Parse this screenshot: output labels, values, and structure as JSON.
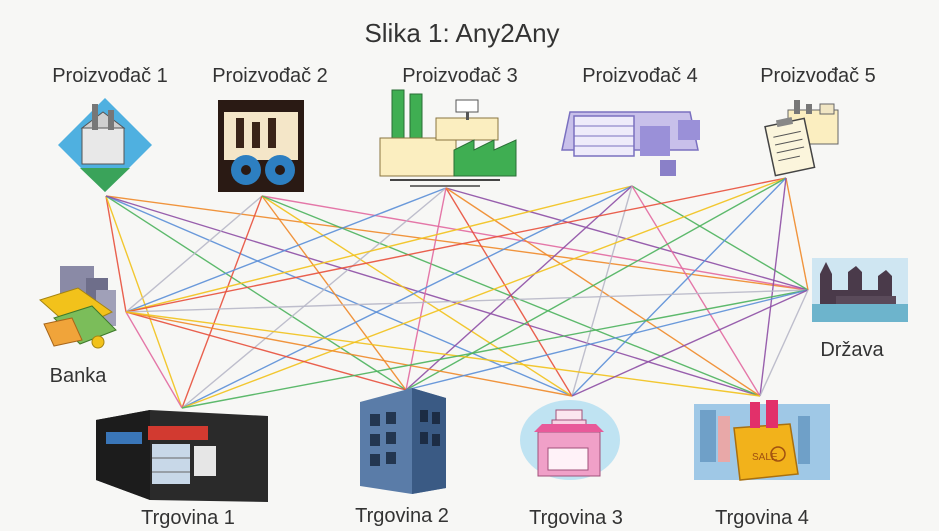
{
  "title": "Slika 1: Any2Any",
  "nodes": {
    "p1": {
      "label": "Proizvođač 1"
    },
    "p2": {
      "label": "Proizvođač 2"
    },
    "p3": {
      "label": "Proizvođač 3"
    },
    "p4": {
      "label": "Proizvođač 4"
    },
    "p5": {
      "label": "Proizvođač 5"
    },
    "bank": {
      "label": "Banka"
    },
    "state": {
      "label": "Država"
    },
    "t1": {
      "label": "Trgovina 1"
    },
    "t2": {
      "label": "Trgovina 2"
    },
    "t3": {
      "label": "Trgovina 3"
    },
    "t4": {
      "label": "Trgovina 4"
    }
  },
  "colors": {
    "red": "#e8503c",
    "orange": "#f08a2a",
    "yellow": "#f2c21b",
    "green": "#4db35e",
    "blue": "#5b8fd8",
    "purple": "#8e4fa6",
    "gray": "#b8b8c8",
    "pink": "#e26aa0"
  }
}
